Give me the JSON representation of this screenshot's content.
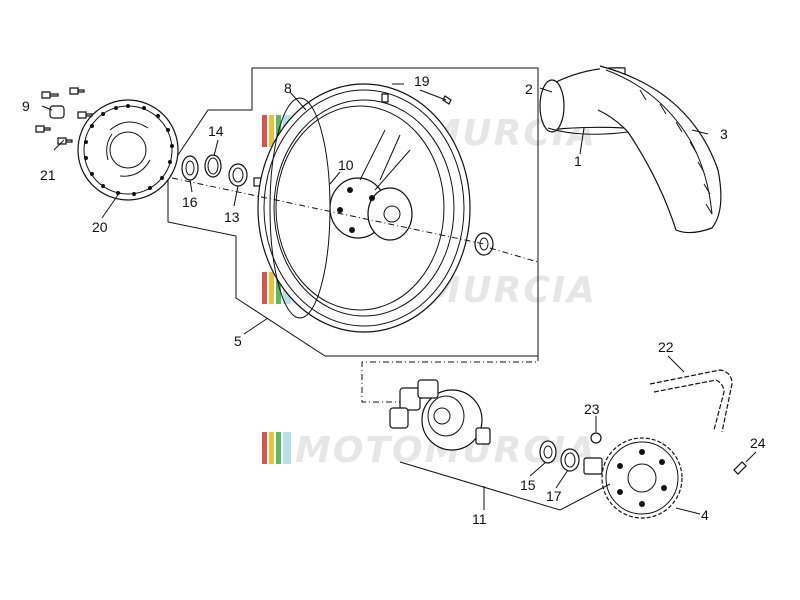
{
  "watermark": {
    "text": "MOTOMURCIA",
    "colors": [
      "#d9534f",
      "#e8c23a",
      "#5cb85c",
      "#b8e0e8"
    ]
  },
  "callouts": {
    "c1": "1",
    "c2": "2",
    "c3": "3",
    "c4": "4",
    "c5": "5",
    "c8": "8",
    "c9": "9",
    "c10": "10",
    "c11": "11",
    "c13": "13",
    "c14": "14",
    "c15": "15",
    "c16": "16",
    "c17": "17",
    "c19": "19",
    "c20": "20",
    "c21": "21",
    "c22": "22",
    "c23": "23",
    "c24": "24"
  }
}
